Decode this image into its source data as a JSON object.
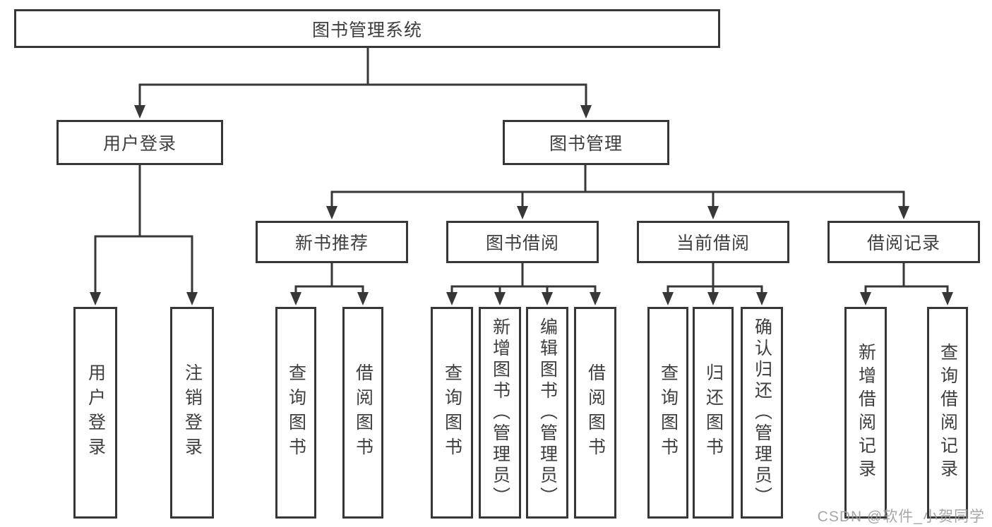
{
  "root": {
    "label": "图书管理系统"
  },
  "level2": [
    {
      "label": "用户登录"
    },
    {
      "label": "图书管理"
    }
  ],
  "level3": [
    {
      "label": "新书推荐"
    },
    {
      "label": "图书借阅"
    },
    {
      "label": "当前借阅"
    },
    {
      "label": "借阅记录"
    }
  ],
  "leaves": [
    {
      "label": "用户登录",
      "parent": "用户登录"
    },
    {
      "label": "注销登录",
      "parent": "用户登录"
    },
    {
      "label": "查询图书",
      "parent": "新书推荐"
    },
    {
      "label": "借阅图书",
      "parent": "新书推荐"
    },
    {
      "label": "查询图书",
      "parent": "图书借阅"
    },
    {
      "label": "新增图书（管理员）",
      "parent": "图书借阅"
    },
    {
      "label": "编辑图书（管理员）",
      "parent": "图书借阅"
    },
    {
      "label": "借阅图书",
      "parent": "图书借阅"
    },
    {
      "label": "查询图书",
      "parent": "当前借阅"
    },
    {
      "label": "归还图书",
      "parent": "当前借阅"
    },
    {
      "label": "确认归还（管理员）",
      "parent": "当前借阅"
    },
    {
      "label": "新增借阅记录",
      "parent": "借阅记录"
    },
    {
      "label": "查询借阅记录",
      "parent": "借阅记录"
    }
  ],
  "watermark": "CSDN @软件_小贺同学",
  "colors": {
    "line": "#373737",
    "text": "#3e3e3e",
    "watermark": "#9d9d9d",
    "background": "#ffffff"
  }
}
